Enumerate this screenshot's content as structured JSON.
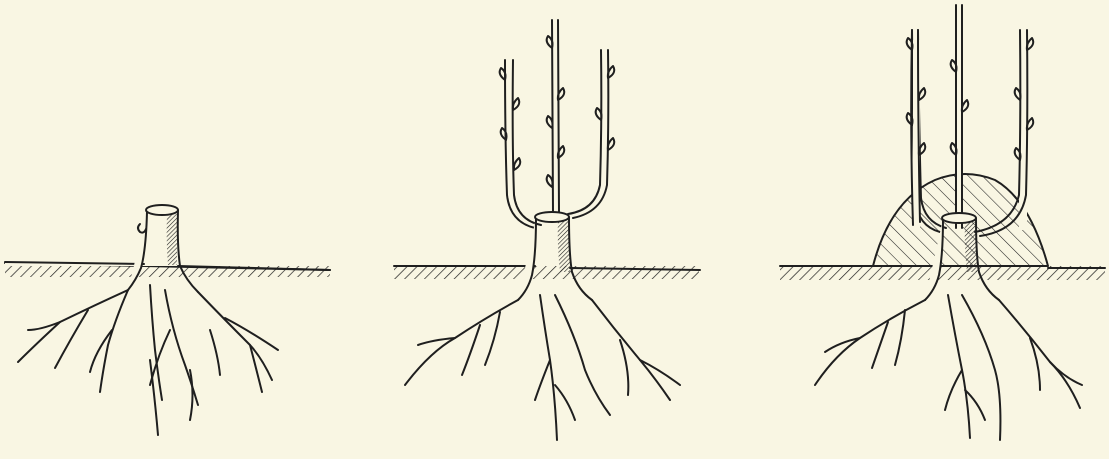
{
  "page": {
    "background": "#f9f6e3",
    "ink": "#1f1f1f"
  },
  "stages": [
    {
      "name": "cut-stump",
      "feature_icons": [
        "stump-icon",
        "soil-line-icon",
        "roots-icon"
      ]
    },
    {
      "name": "shoots-grown",
      "feature_icons": [
        "stump-icon",
        "soil-line-icon",
        "roots-icon",
        "shoot-icon"
      ]
    },
    {
      "name": "earthed-up",
      "feature_icons": [
        "stump-icon",
        "soil-line-icon",
        "roots-icon",
        "shoot-icon",
        "soil-mound-icon"
      ]
    }
  ]
}
